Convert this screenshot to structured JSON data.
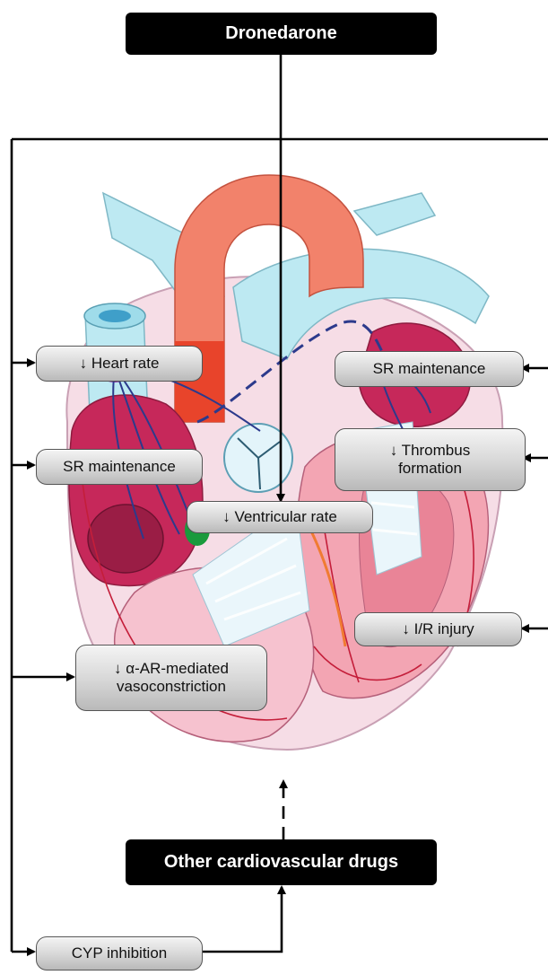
{
  "top_drug": "Dronedarone",
  "bottom_drug": "Other cardiovascular drugs",
  "effects": {
    "heart_rate": "↓ Heart rate",
    "sr_maintenance_left": "SR maintenance",
    "sr_maintenance_right": "SR maintenance",
    "thrombus_line1": "↓ Thrombus",
    "thrombus_line2": "formation",
    "ventricular_rate": "↓ Ventricular rate",
    "ir_injury": "↓ I/R injury",
    "vaso_line1": "↓ α-AR-mediated",
    "vaso_line2": "vasoconstriction",
    "cyp_inhibition": "CYP inhibition"
  },
  "colors": {
    "aorta": "#f2826b",
    "vessels": "#bde9f2",
    "myocardium": "#c6285a",
    "pericardium": "#f6dde6",
    "box_fill": "#000000",
    "pill_fill": "#d6d6d6"
  },
  "illustration": "heart-anatomy-illustration"
}
